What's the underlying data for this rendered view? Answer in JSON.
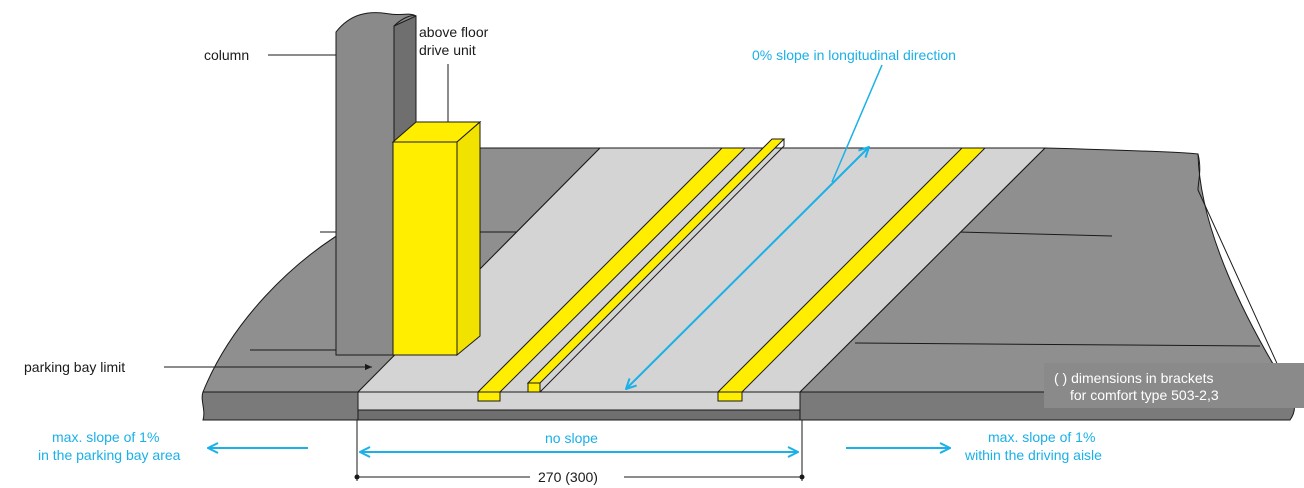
{
  "labels": {
    "column": "column",
    "drive_unit_line1": "above floor",
    "drive_unit_line2": "drive unit",
    "slope_longitudinal": "0% slope in longitudinal direction",
    "parking_bay_limit": "parking bay limit",
    "note_line1": "( )  dimensions in brackets",
    "note_line2": "for comfort type 503-2,3",
    "left_slope_line1": "max. slope of 1%",
    "left_slope_line2": "in the parking bay area",
    "no_slope": "no slope",
    "right_slope_line1": "max. slope of 1%",
    "right_slope_line2": "within the driving aisle",
    "dimension": "270 (300)"
  },
  "colors": {
    "accent_blue": "#1ab0e8",
    "rail_yellow": "#ffee00",
    "platform_light": "#d4d4d4",
    "floor_gray": "#8f8f8f",
    "note_bg": "#8a8a8a"
  }
}
